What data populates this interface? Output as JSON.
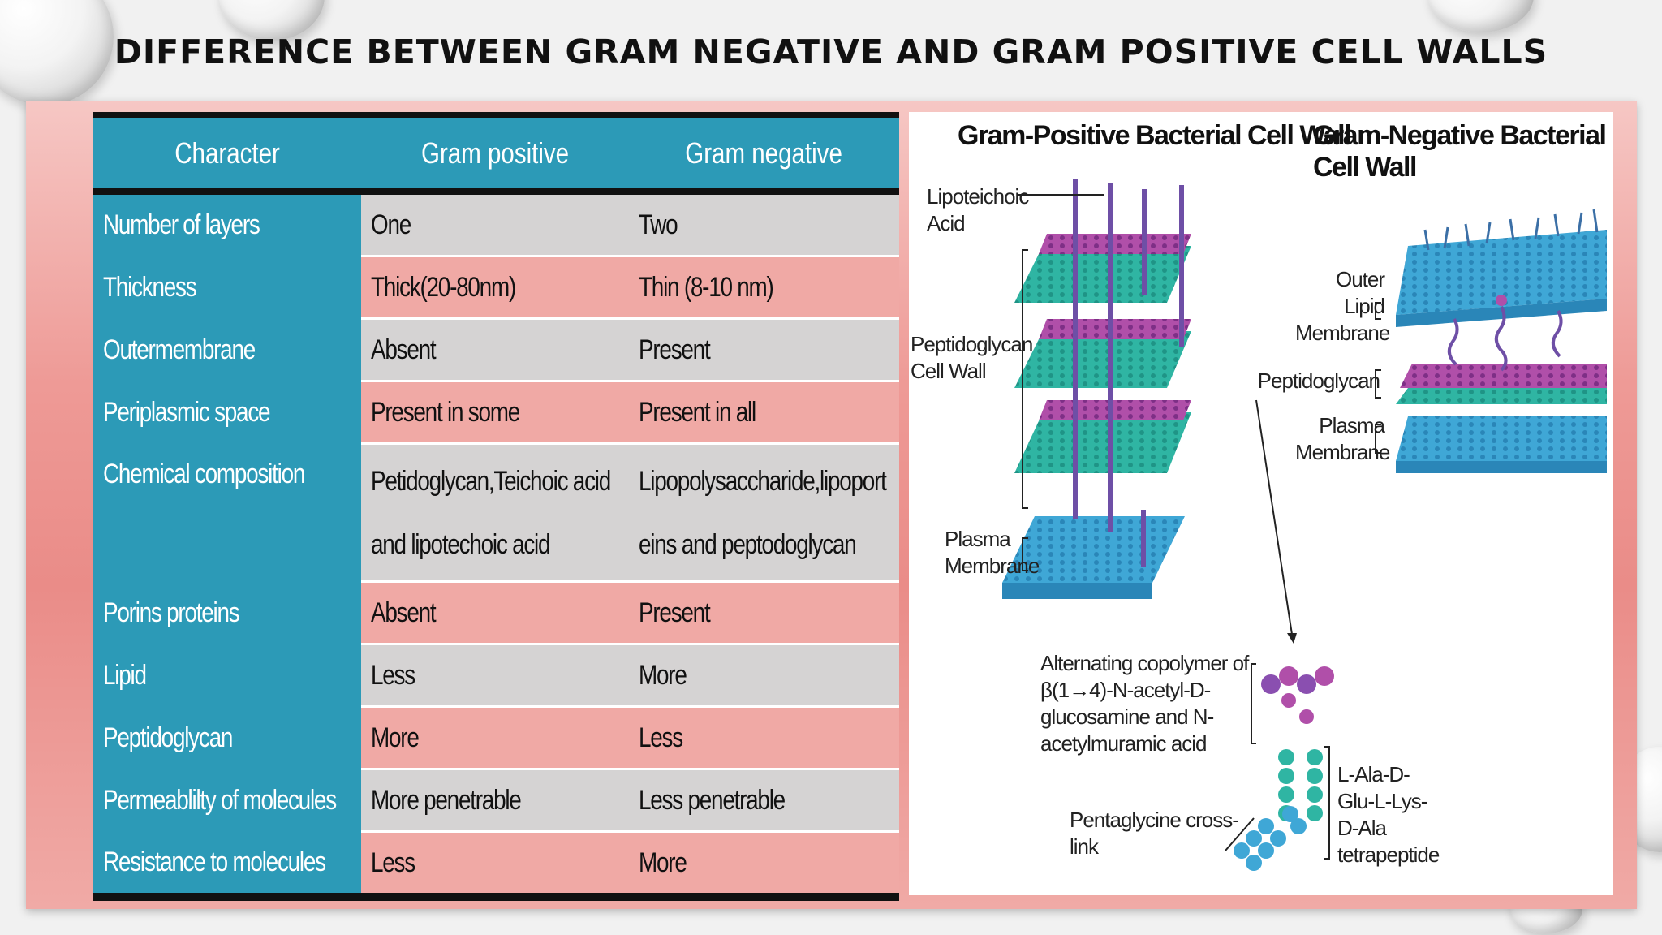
{
  "title": "DIFFERENCE BETWEEN GRAM NEGATIVE AND GRAM POSITIVE CELL WALLS",
  "table": {
    "headers": [
      "Character",
      "Gram positive",
      "Gram negative"
    ],
    "rows": [
      {
        "character": "Number of layers",
        "positive": "One",
        "negative": "Two"
      },
      {
        "character": "Thickness",
        "positive": "Thick(20-80nm)",
        "negative": "Thin (8-10 nm)"
      },
      {
        "character": "Outermembrane",
        "positive": "Absent",
        "negative": "Present"
      },
      {
        "character": "Periplasmic space",
        "positive": "Present in some",
        "negative": "Present in all"
      },
      {
        "character": "Chemical composition",
        "positive": "Petidoglycan,Teichoic acid and lipotechoic acid",
        "negative": "Lipopolysaccharide,lipoporteins and peptodoglycan"
      },
      {
        "character": "Porins proteins",
        "positive": "Absent",
        "negative": "Present"
      },
      {
        "character": "Lipid",
        "positive": "Less",
        "negative": "More"
      },
      {
        "character": "Peptidoglycan",
        "positive": "More",
        "negative": "Less"
      },
      {
        "character": "Permeablilty of molecules",
        "positive": "More penetrable",
        "negative": "Less penetrable"
      },
      {
        "character": "Resistance to molecules",
        "positive": "Less",
        "negative": "More"
      }
    ]
  },
  "diagram": {
    "positive_title": "Gram-Positive Bacterial Cell Wall",
    "negative_title": "Gram-Negative Bacterial Cell Wall",
    "labels": {
      "lipoteichoic": "Lipoteichoic Acid",
      "peptidoglycan_wall": "Peptidoglycan Cell Wall",
      "plasma_membrane_pos": "Plasma Membrane",
      "outer_lipid": "Outer Lipid Membrane",
      "peptidoglycan_neg": "Peptidoglycan",
      "plasma_membrane_neg": "Plasma Membrane",
      "copolymer": "Alternating copolymer of β(1→4)-N-acetyl-D-glucosamine and N-acetylmuramic acid",
      "pentaglycine": "Pentaglycine cross-link",
      "tetrapeptide": "L-Ala-D-Glu-L-Lys-D-Ala tetrapeptide"
    }
  },
  "colors": {
    "teal": "#2c9ab7",
    "gray_row": "#d5d3d3",
    "pink_row": "#f0a9a5",
    "slide_pink": "#ee9a96",
    "membrane_blue": "#3fa7d6",
    "peptido_green": "#2fb5a3",
    "peptido_purple": "#9b3fa6"
  }
}
